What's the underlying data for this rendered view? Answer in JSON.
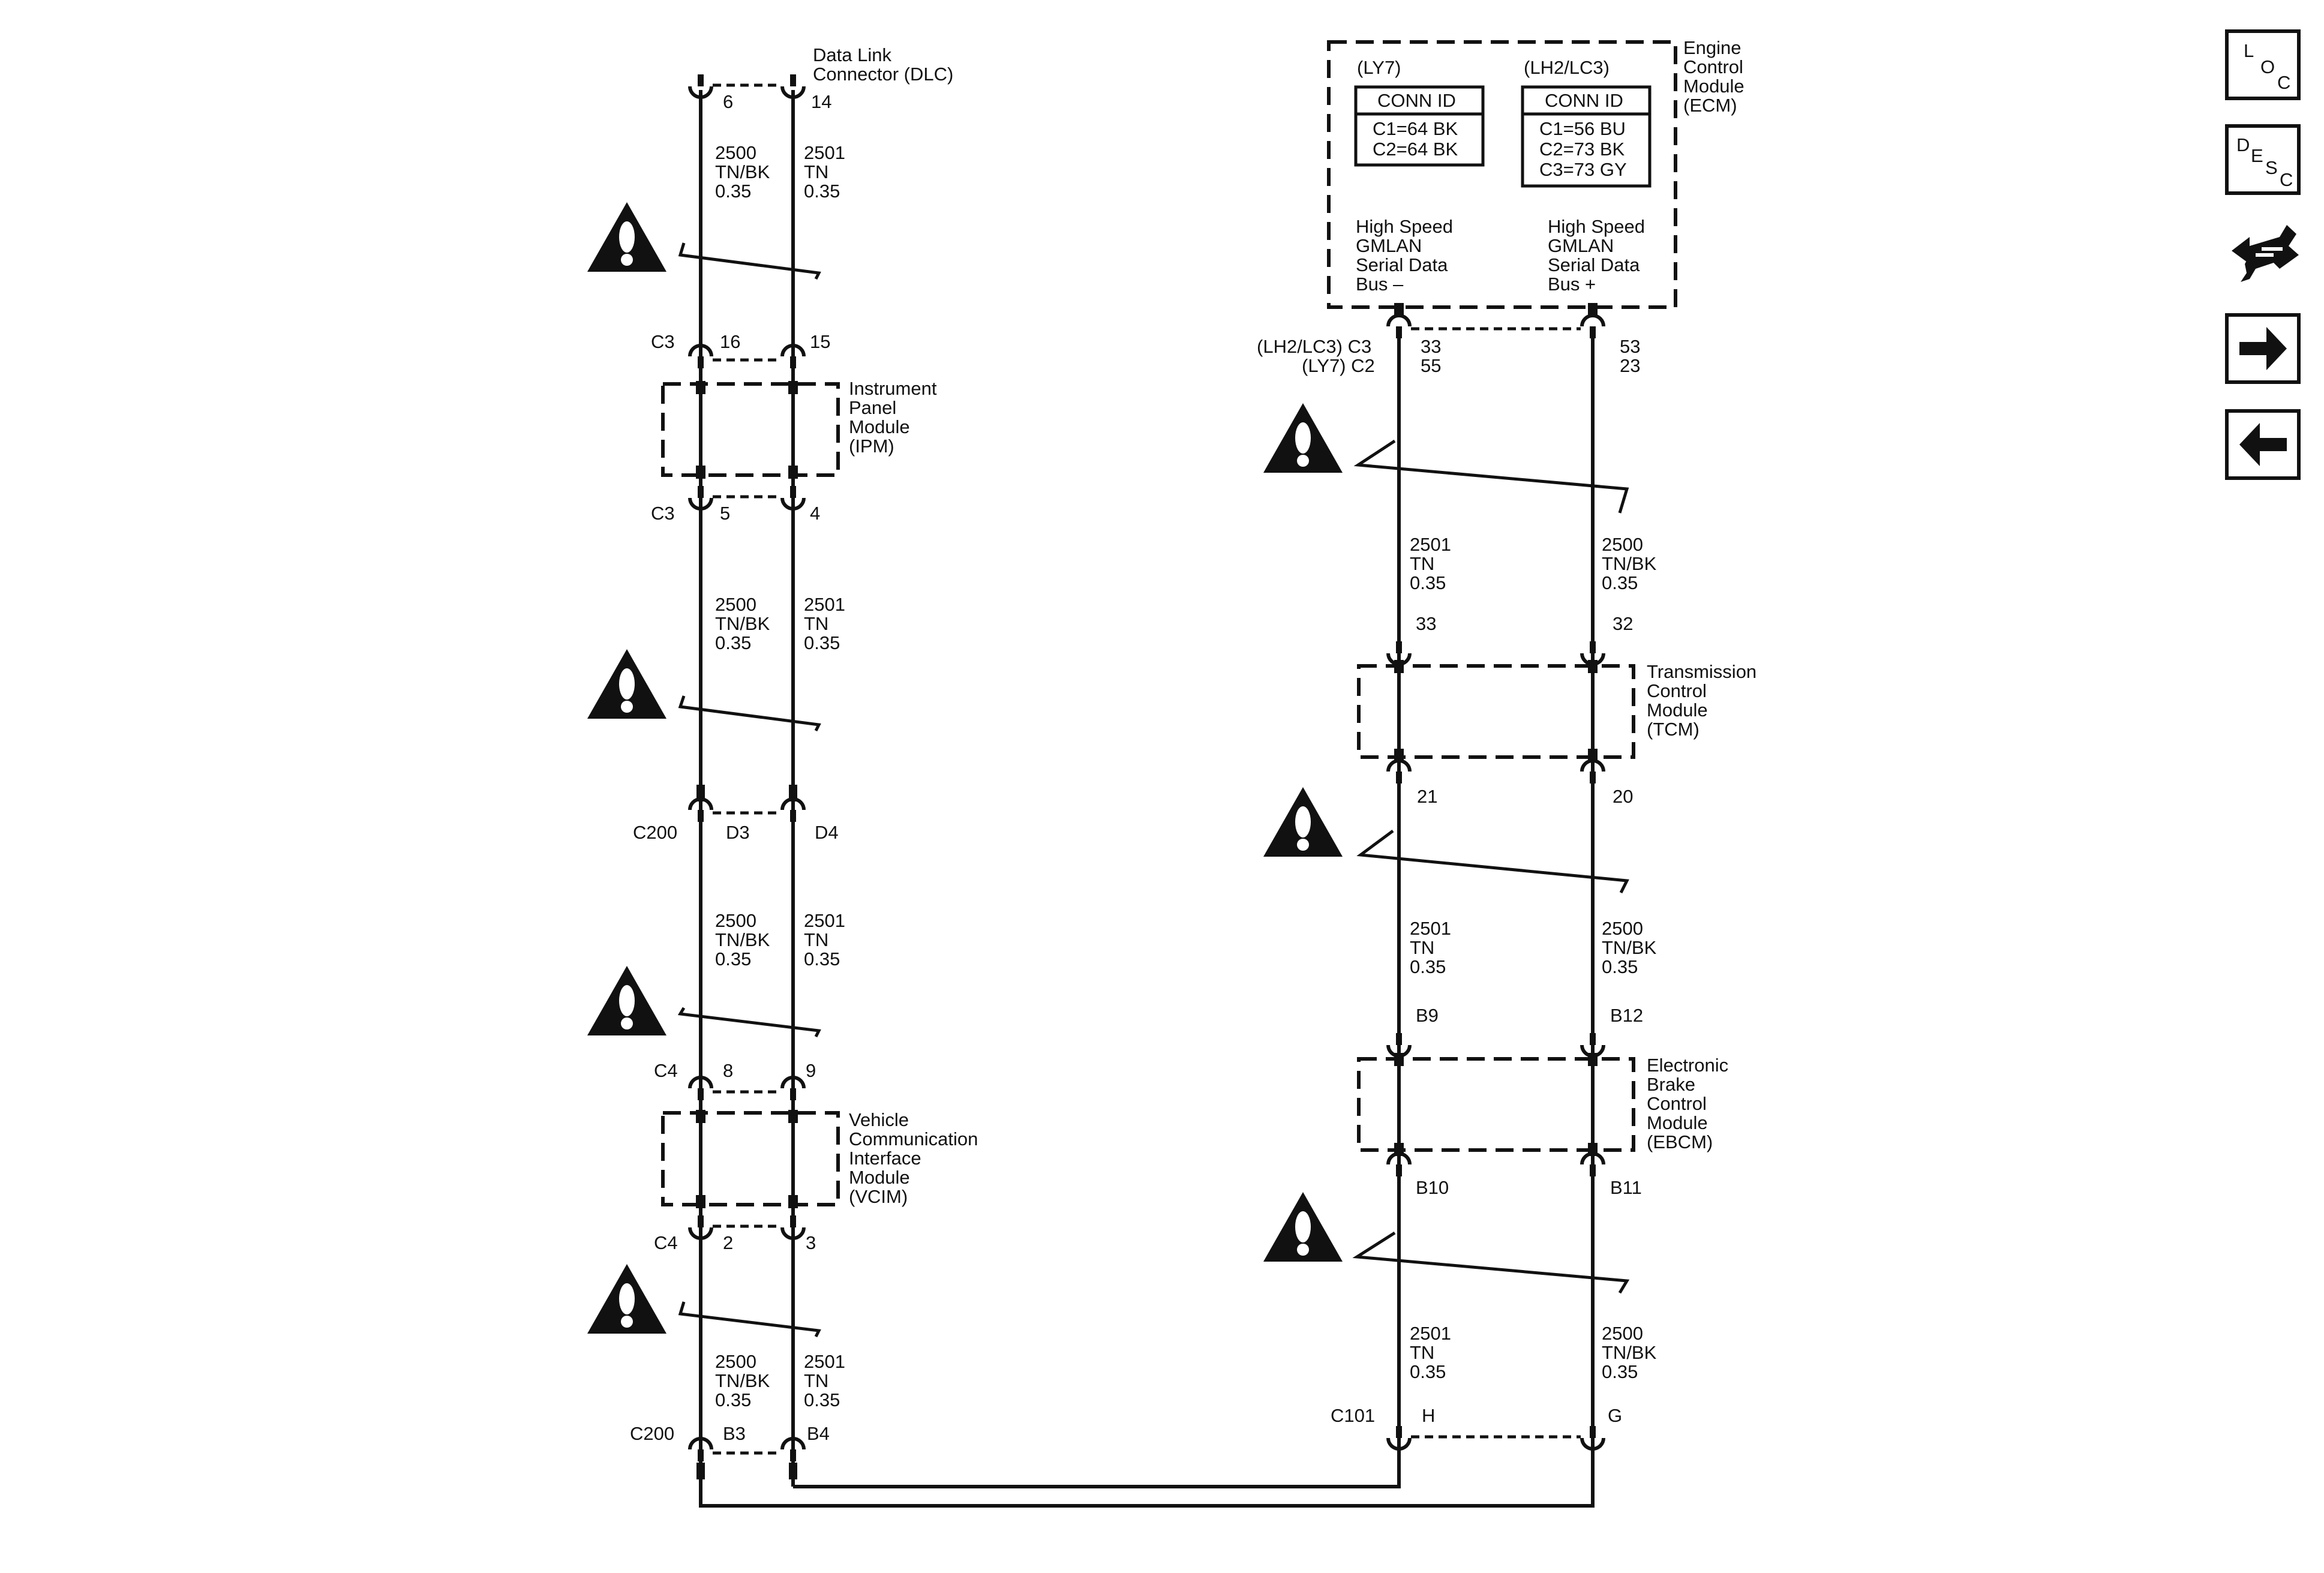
{
  "dlc": {
    "name": [
      "Data Link",
      "Connector (DLC)"
    ],
    "pin_left": "6",
    "pin_right": "14"
  },
  "ipm": {
    "name": [
      "Instrument",
      "Panel",
      "Module",
      "(IPM)"
    ],
    "top_conn": "C3",
    "top_pin_left": "16",
    "top_pin_right": "15",
    "bottom_conn": "C3",
    "bottom_pin_left": "5",
    "bottom_pin_right": "4"
  },
  "c200_upper": {
    "conn": "C200",
    "pin_left": "D3",
    "pin_right": "D4"
  },
  "vcim": {
    "name": [
      "Vehicle",
      "Communication",
      "Interface",
      "Module",
      "(VCIM)"
    ],
    "top_conn": "C4",
    "top_pin_left": "8",
    "top_pin_right": "9",
    "bottom_conn": "C4",
    "bottom_pin_left": "2",
    "bottom_pin_right": "3"
  },
  "c200_lower": {
    "conn": "C200",
    "pin_left": "B3",
    "pin_right": "B4"
  },
  "left_wires": {
    "left": [
      "2500",
      "TN/BK",
      "0.35"
    ],
    "right": [
      "2501",
      "TN",
      "0.35"
    ]
  },
  "ecm": {
    "name": [
      "Engine",
      "Control",
      "Module",
      "(ECM)"
    ],
    "ly7_label": "(LY7)",
    "lh2_label": "(LH2/LC3)",
    "conn_id_title": "CONN ID",
    "ly7_conns": [
      "C1=64 BK",
      "C2=64 BK"
    ],
    "lh2_conns": [
      "C1=56 BU",
      "C2=73 BK",
      "C3=73 GY"
    ],
    "bus_minus": [
      "High Speed",
      "GMLAN",
      "Serial Data",
      "Bus –"
    ],
    "bus_plus": [
      "High Speed",
      "GMLAN",
      "Serial Data",
      "Bus +"
    ],
    "conn_variant_1": "(LH2/LC3) C3",
    "conn_variant_2": "(LY7) C2",
    "pin_left_1": "33",
    "pin_left_2": "55",
    "pin_right_1": "53",
    "pin_right_2": "23"
  },
  "tcm": {
    "name": [
      "Transmission",
      "Control",
      "Module",
      "(TCM)"
    ],
    "top_pin_left": "33",
    "top_pin_right": "32",
    "bottom_pin_left": "21",
    "bottom_pin_right": "20"
  },
  "ebcm": {
    "name": [
      "Electronic",
      "Brake",
      "Control",
      "Module",
      "(EBCM)"
    ],
    "top_pin_left": "B9",
    "top_pin_right": "B12",
    "bottom_pin_left": "B10",
    "bottom_pin_right": "B11"
  },
  "c101": {
    "conn": "C101",
    "pin_left": "H",
    "pin_right": "G"
  },
  "right_wires": {
    "left": [
      "2501",
      "TN",
      "0.35"
    ],
    "right": [
      "2500",
      "TN/BK",
      "0.35"
    ]
  },
  "nav": {
    "loc": [
      "L",
      "O",
      "C"
    ],
    "desc": [
      "D",
      "E",
      "S",
      "C"
    ],
    "icons": [
      "loc-button",
      "desc-button",
      "connector-tool-icon",
      "next-arrow-icon",
      "previous-arrow-icon"
    ]
  }
}
